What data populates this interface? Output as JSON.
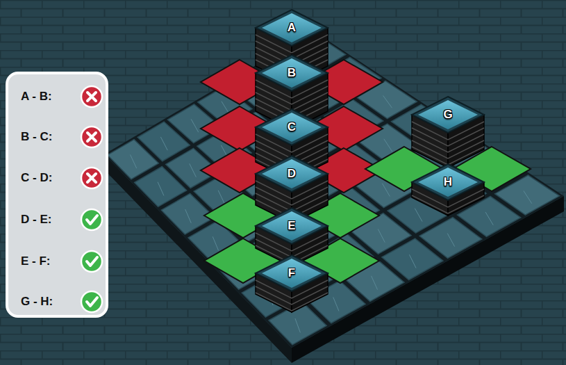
{
  "diagram": {
    "nodes": [
      {
        "text": [
          "A"
        ]
      },
      {
        "text": [
          "B"
        ]
      },
      {
        "text": [
          "C"
        ]
      },
      {
        "text": [
          "D"
        ]
      },
      {
        "text": [
          "E"
        ]
      },
      {
        "text": [
          "F"
        ]
      },
      {
        "text": [
          "G"
        ]
      },
      {
        "text": [
          "H"
        ]
      }
    ],
    "legend": [
      {
        "text": "A - B:"
      },
      {
        "text": "B - C:"
      },
      {
        "text": "C - D:"
      },
      {
        "text": "D - E:"
      },
      {
        "text": "E - F:"
      },
      {
        "text": "G - H:"
      }
    ]
  }
}
